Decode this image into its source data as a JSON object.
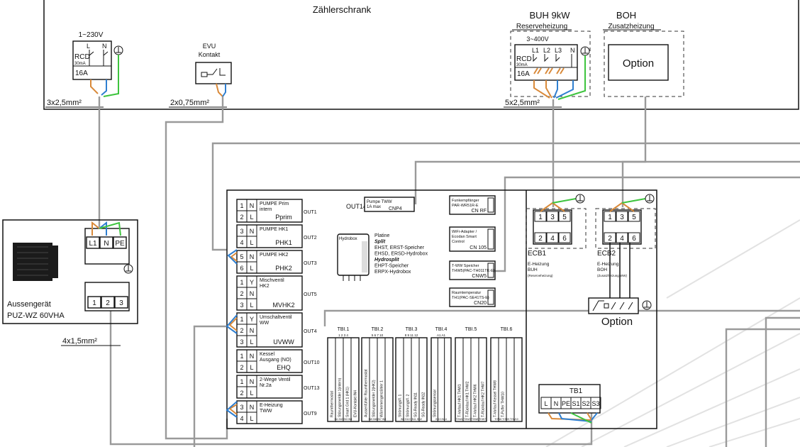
{
  "cabinet": {
    "title": "Zählerschrank",
    "supply_voltage": "1~230V",
    "rcd1": {
      "rcd": "RCD",
      "ma": "30mA",
      "amp": "16A",
      "l": "L",
      "n": "N"
    },
    "evu": {
      "line1": "EVU",
      "line2": "Kontakt"
    },
    "buh": {
      "title": "BUH 9kW",
      "subtitle": "Reserveheizung",
      "voltage": "3~400V",
      "rcd": "RCD",
      "ma": "30mA",
      "amp": "16A",
      "l1": "L1",
      "l2": "L2",
      "l3": "L3",
      "n": "N"
    },
    "boh": {
      "title": "BOH",
      "subtitle": "Zusatzheizung",
      "option": "Option"
    },
    "cable1": "3x2,5mm²",
    "cable2": "2x0,75mm²",
    "cable3": "5x2,5mm²"
  },
  "outdoor": {
    "name": "Aussengerät",
    "model": "PUZ-WZ 60VHA",
    "term1": [
      "L1",
      "N",
      "PE"
    ],
    "term2": [
      "1",
      "2",
      "3"
    ],
    "cable": "4x1,5mm²"
  },
  "board": {
    "outputs": [
      {
        "rows": [
          [
            "1",
            "N"
          ],
          [
            "2",
            "L"
          ]
        ],
        "name": "PUMPE Prim\nintern",
        "sym": "Pprim",
        "out": "OUT1"
      },
      {
        "rows": [
          [
            "3",
            "N"
          ],
          [
            "4",
            "L"
          ]
        ],
        "name": "PUMPE HK1",
        "sym": "PHK1",
        "out": "OUT2"
      },
      {
        "rows": [
          [
            "5",
            "N"
          ],
          [
            "6",
            "L"
          ]
        ],
        "name": "PUMPE HK2",
        "sym": "PHK2",
        "out": "OUT3"
      },
      {
        "rows": [
          [
            "1",
            "Y"
          ],
          [
            "2",
            "N"
          ],
          [
            "3",
            "L"
          ]
        ],
        "name": "Mischventil\nHK2",
        "sym": "MVHK2",
        "out": "OUT5"
      },
      {
        "rows": [
          [
            "1",
            "Y"
          ],
          [
            "2",
            "N"
          ],
          [
            "3",
            "L"
          ]
        ],
        "name": "Umschaltventil\nWW",
        "sym": "UVWW",
        "out": "OUT4"
      },
      {
        "rows": [
          [
            "1",
            "N"
          ],
          [
            "2",
            "L"
          ]
        ],
        "name": "Kessel\nAusgang (NO)",
        "sym": "EHQ",
        "out": "OUT10"
      },
      {
        "rows": [
          [
            "1",
            "N"
          ],
          [
            "2",
            "L"
          ]
        ],
        "name": "2-Wege Ventil\nNr.2a",
        "sym": "",
        "out": "OUT13"
      },
      {
        "rows": [
          [
            "3",
            "N"
          ],
          [
            "4",
            "L"
          ]
        ],
        "name": "E-Heizung\nTWW",
        "sym": "",
        "out": "OUT9"
      }
    ],
    "out14": "OUT14",
    "pump_tww": "Pumpe TWW",
    "pump_max": "1A max",
    "cnp4": "CNP4",
    "hydrobox": "Hydrobox",
    "platine": [
      "Platine",
      "Split",
      "EHST, ERST-Speicher",
      "EHSD, ERSD-Hydrobox",
      "Hydrosplit",
      "EHPT-Speicher",
      "ERPX-Hydrobox"
    ],
    "cn_boxes": [
      {
        "lines": [
          "Funkempfänger",
          "PAR-WR51R-E"
        ],
        "cn": "CN RF"
      },
      {
        "lines": [
          "WiFi-Adapter /",
          "Ecodan Smart",
          "Control"
        ],
        "cn": "CN 105"
      },
      {
        "lines": [
          "T-WW Speicher",
          "THW5(PAC-TH011TK-E)"
        ],
        "cn": "CNW5"
      },
      {
        "lines": [
          "Raumtemperatur",
          "TH1(PAC-SE41TS-E)"
        ],
        "cn": "CN20"
      }
    ],
    "tbi": [
      {
        "name": "TBI.1",
        "pins": "1 2 3 4",
        "labels": [
          "Raumthermostat",
          "Störungsmelder 1(intern)",
          "Smart Grid 1 (HK1)",
          "EVU-Kontakt IN4"
        ],
        "foot": "IN1 IN2 IN3 IN4"
      },
      {
        "name": "TBI.2",
        "pins": "5 6 7 10",
        "labels": [
          "Aussenfühler Raumthermostat",
          "Störungsmelder 2(HK2)",
          "Wärmemengenzähler 1"
        ],
        "foot": "IN5 IN6 IN7 IN8"
      },
      {
        "name": "TBI.3",
        "pins": "8 9 11 12",
        "labels": [
          "Strömungsfl. 1",
          "Strömungsfl. 2",
          "SG-Ready IN11",
          "SG-Ready IN12"
        ],
        "foot": "IN9 IN10 IN11 IN12"
      },
      {
        "name": "TBI.4",
        "pins": "A1 A1",
        "labels": [
          "Strömungssensor"
        ],
        "foot": "IN13 IN14"
      },
      {
        "name": "TBI.5",
        "pins": "",
        "labels": [
          "T-Vorlauf HK1 THW1",
          "T-Rücklauf HK1 THW2",
          "T-Vorlauf HK2 THW6",
          "T-Rücklauf HK2 THW7"
        ],
        "foot": "THW1 THW2 THW6 THW7"
      },
      {
        "name": "TBI.6",
        "pins": "",
        "labels": [
          "T-Vorlauf Kessel THW8",
          "T-Puffer THW10"
        ],
        "foot": "THW8 THW9 THW10"
      }
    ],
    "ecb1": {
      "name": "ECB1",
      "top": [
        "1",
        "3",
        "5"
      ],
      "bottom": [
        "2",
        "4",
        "6"
      ],
      "desc": [
        "E-Heizung",
        "BUH",
        "(Reserveheizung)"
      ]
    },
    "ecb2": {
      "name": "ECB2",
      "top": [
        "1",
        "3",
        "5"
      ],
      "bottom": [
        "2",
        "4",
        "6"
      ],
      "desc": [
        "E-Heizung",
        "BOH",
        "(Zusatzheizung WW)"
      ]
    },
    "option": "Option",
    "tb1": {
      "name": "TB1",
      "cells": [
        "L",
        "N",
        "PE",
        "S1",
        "S2",
        "S3"
      ]
    }
  },
  "colors": {
    "wire_grey": "#9a9a9a",
    "wire_orange": "#d98a3a",
    "wire_blue": "#2f7fd0",
    "wire_green": "#3ec43e"
  }
}
